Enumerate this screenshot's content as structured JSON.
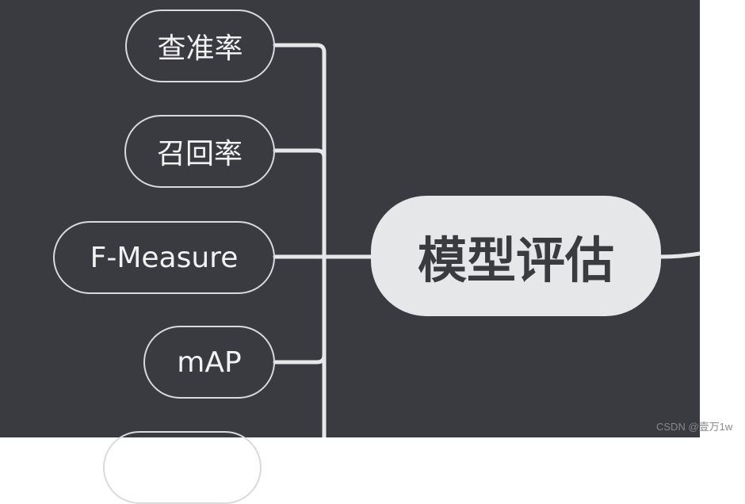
{
  "center_topic": "模型评估",
  "subtopics": [
    {
      "label": "查准率"
    },
    {
      "label": "召回率"
    },
    {
      "label": "F-Measure"
    },
    {
      "label": "mAP"
    },
    {
      "label": ""
    }
  ],
  "watermark": "CSDN @壹万1w",
  "colors": {
    "background": "#393b40",
    "line": "#e6e7e9",
    "center_fill": "#e6e7e9"
  }
}
